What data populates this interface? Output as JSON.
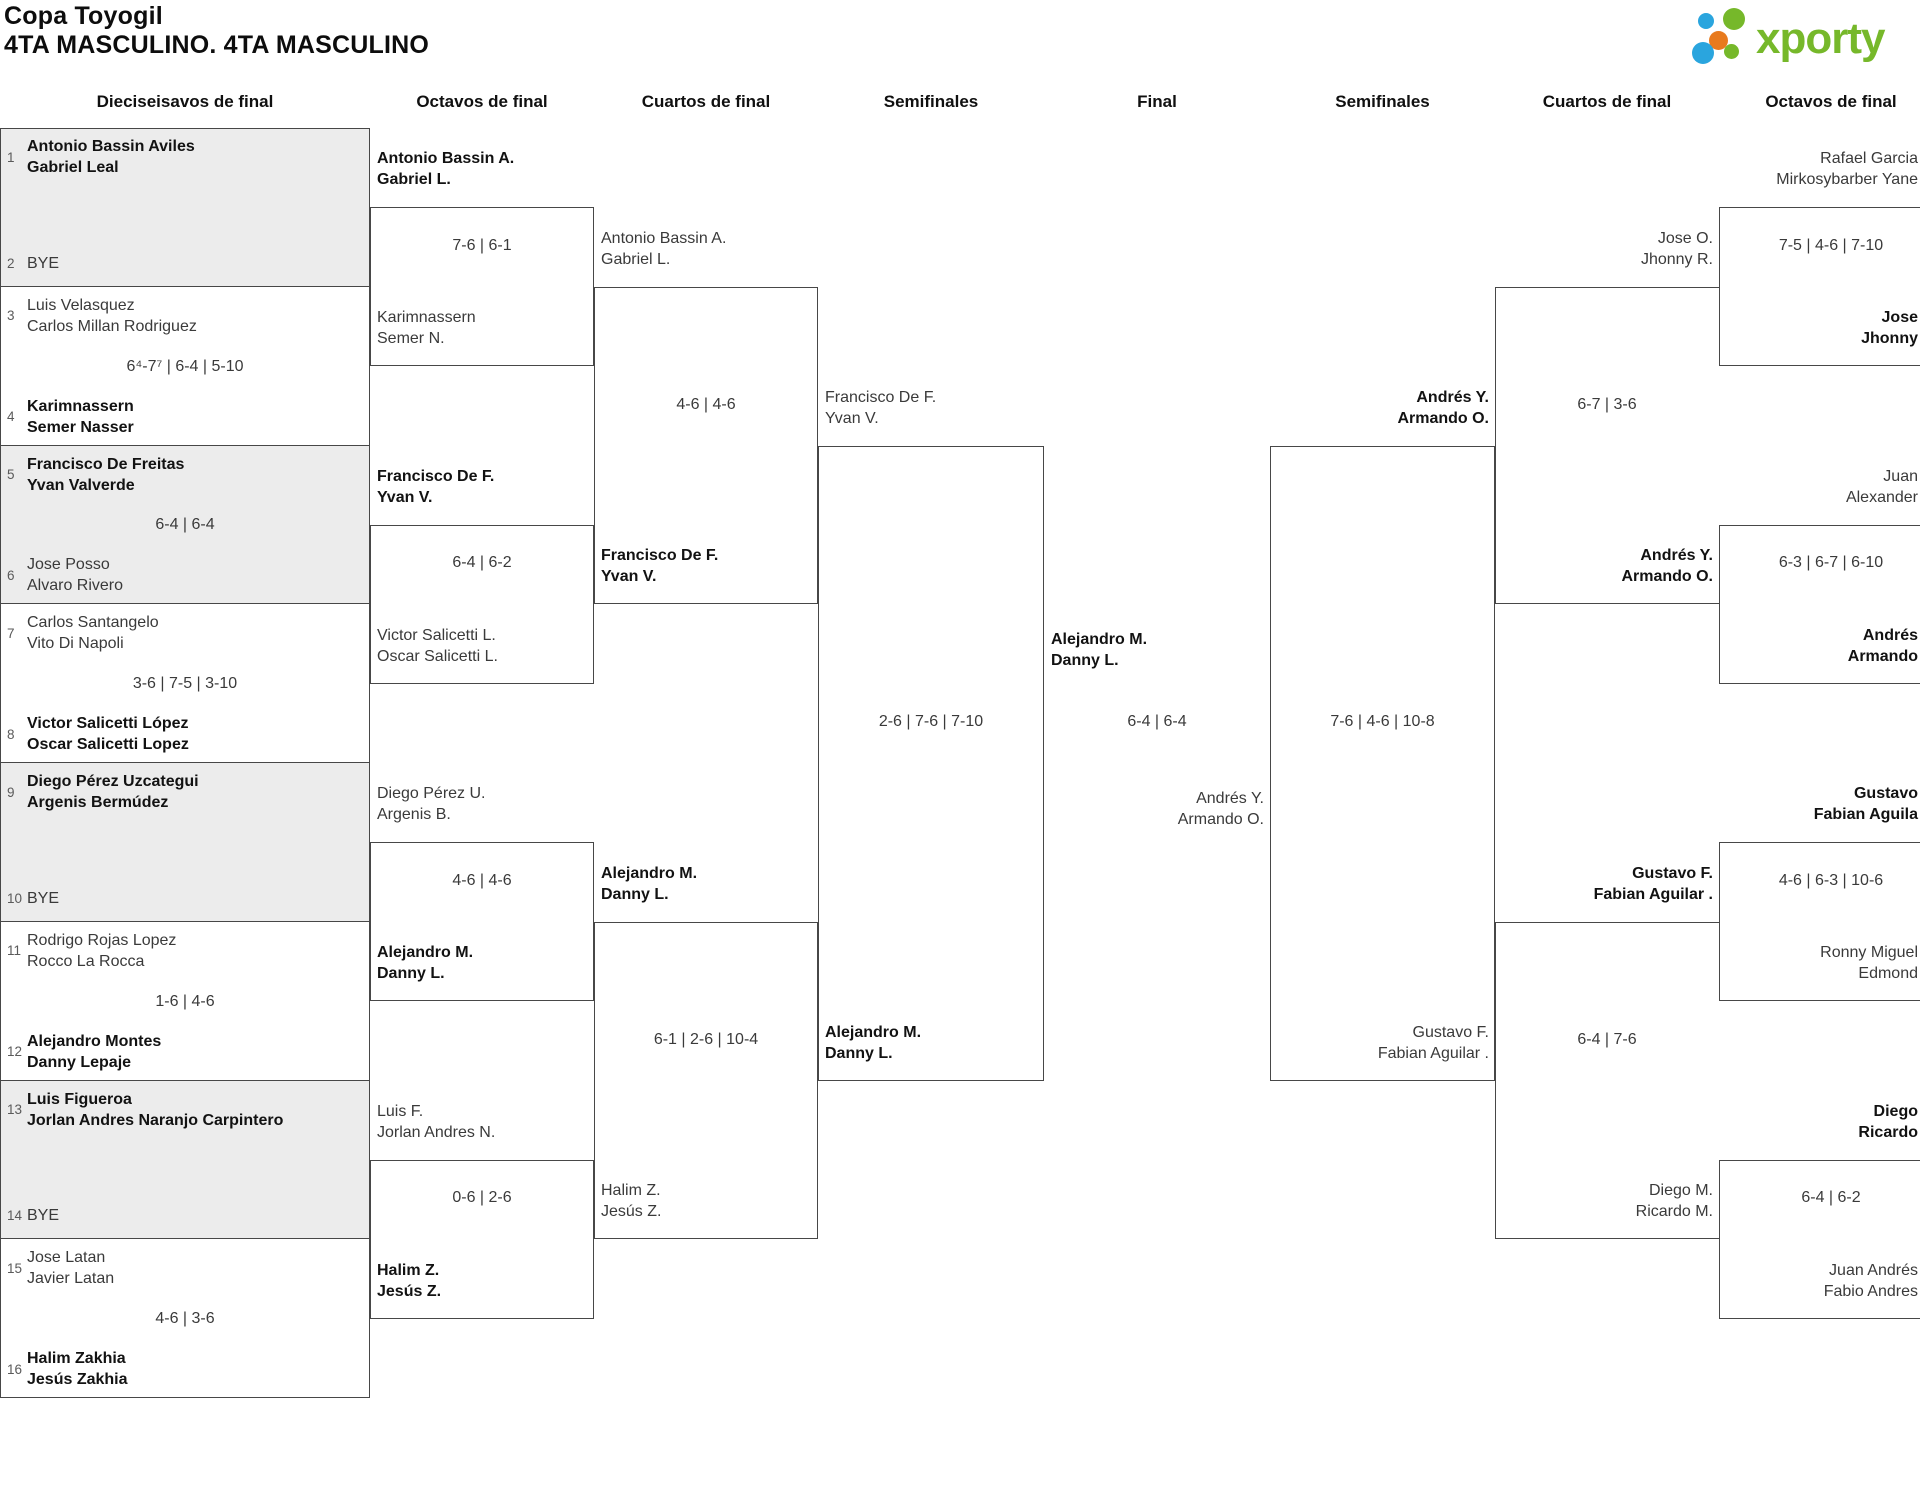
{
  "header": {
    "title": "Copa Toyogil",
    "subtitle": "4TA MASCULINO. 4TA MASCULINO"
  },
  "logo": {
    "text": "xporty",
    "colors": {
      "green": "#76b82a",
      "blue": "#2aa5de",
      "orange": "#e87a1d"
    }
  },
  "round_headers": [
    "Dieciseisavos de final",
    "Octavos de final",
    "Cuartos de final",
    "Semifinales",
    "Final",
    "Semifinales",
    "Cuartos de final",
    "Octavos de final"
  ],
  "bracket": {
    "round1": [
      {
        "seed1": "1",
        "team1": {
          "lines": [
            "Antonio Bassin Aviles",
            "Gabriel Leal"
          ],
          "winner": true
        },
        "seed2": "2",
        "team2": {
          "lines": [
            "BYE"
          ],
          "bye": true,
          "winner": false
        },
        "score": ""
      },
      {
        "seed1": "3",
        "team1": {
          "lines": [
            "Luis Velasquez",
            "Carlos Millan Rodriguez"
          ],
          "winner": false
        },
        "seed2": "4",
        "team2": {
          "lines": [
            "Karimnassern",
            "Semer Nasser"
          ],
          "winner": true
        },
        "score": "6⁴-7⁷ | 6-4 | 5-10"
      },
      {
        "seed1": "5",
        "team1": {
          "lines": [
            "Francisco De Freitas",
            "Yvan Valverde"
          ],
          "winner": true
        },
        "seed2": "6",
        "team2": {
          "lines": [
            "Jose Posso",
            "Alvaro Rivero"
          ],
          "winner": false
        },
        "score": "6-4 | 6-4"
      },
      {
        "seed1": "7",
        "team1": {
          "lines": [
            "Carlos Santangelo",
            "Vito Di Napoli"
          ],
          "winner": false
        },
        "seed2": "8",
        "team2": {
          "lines": [
            "Victor Salicetti López",
            "Oscar Salicetti Lopez"
          ],
          "winner": true
        },
        "score": "3-6 | 7-5 | 3-10"
      },
      {
        "seed1": "9",
        "team1": {
          "lines": [
            "Diego Pérez Uzcategui",
            "Argenis Bermúdez"
          ],
          "winner": true
        },
        "seed2": "10",
        "team2": {
          "lines": [
            "BYE"
          ],
          "bye": true,
          "winner": false
        },
        "score": ""
      },
      {
        "seed1": "11",
        "team1": {
          "lines": [
            "Rodrigo Rojas Lopez",
            "Rocco La Rocca"
          ],
          "winner": false
        },
        "seed2": "12",
        "team2": {
          "lines": [
            "Alejandro Montes",
            "Danny Lepaje"
          ],
          "winner": true
        },
        "score": "1-6 | 4-6"
      },
      {
        "seed1": "13",
        "team1": {
          "lines": [
            "Luis Figueroa",
            "Jorlan Andres Naranjo Carpintero"
          ],
          "winner": true
        },
        "seed2": "14",
        "team2": {
          "lines": [
            "BYE"
          ],
          "bye": true,
          "winner": false
        },
        "score": ""
      },
      {
        "seed1": "15",
        "team1": {
          "lines": [
            "Jose Latan",
            "Javier Latan"
          ],
          "winner": false
        },
        "seed2": "16",
        "team2": {
          "lines": [
            "Halim Zakhia",
            "Jesús Zakhia"
          ],
          "winner": true
        },
        "score": "4-6 | 3-6"
      }
    ],
    "octavos_left": [
      {
        "team1": {
          "lines": [
            "Antonio Bassin A.",
            "Gabriel L."
          ],
          "winner": true
        },
        "team2": {
          "lines": [
            "Karimnassern",
            "Semer N."
          ],
          "winner": false
        },
        "score": "7-6 | 6-1"
      },
      {
        "team1": {
          "lines": [
            "Francisco De F.",
            "Yvan V."
          ],
          "winner": true
        },
        "team2": {
          "lines": [
            "Victor Salicetti L.",
            "Oscar Salicetti L."
          ],
          "winner": false
        },
        "score": "6-4 | 6-2"
      },
      {
        "team1": {
          "lines": [
            "Diego Pérez U.",
            "Argenis B."
          ],
          "winner": false
        },
        "team2": {
          "lines": [
            "Alejandro M.",
            "Danny L."
          ],
          "winner": true
        },
        "score": "4-6 | 4-6"
      },
      {
        "team1": {
          "lines": [
            "Luis F.",
            "Jorlan Andres N."
          ],
          "winner": false
        },
        "team2": {
          "lines": [
            "Halim Z.",
            "Jesús Z."
          ],
          "winner": true
        },
        "score": "0-6 | 2-6"
      }
    ],
    "cuartos_left": [
      {
        "team1": {
          "lines": [
            "Antonio Bassin A.",
            "Gabriel L."
          ],
          "winner": false
        },
        "team2": {
          "lines": [
            "Francisco De F.",
            "Yvan V."
          ],
          "winner": true
        },
        "score": "4-6 | 4-6"
      },
      {
        "team1": {
          "lines": [
            "Alejandro M.",
            "Danny L."
          ],
          "winner": true
        },
        "team2": {
          "lines": [
            "Halim Z.",
            "Jesús Z."
          ],
          "winner": false
        },
        "score": "6-1 | 2-6 | 10-4"
      }
    ],
    "semifinales_left": [
      {
        "team1": {
          "lines": [
            "Francisco De F.",
            "Yvan V."
          ],
          "winner": false
        },
        "team2": {
          "lines": [
            "Alejandro M.",
            "Danny L."
          ],
          "winner": true
        },
        "score": "2-6 | 7-6 | 7-10"
      }
    ],
    "final": [
      {
        "team1": {
          "lines": [
            "Alejandro M.",
            "Danny L."
          ],
          "winner": true
        },
        "team2": {
          "lines": [
            "Andrés Y.",
            "Armando O."
          ],
          "winner": false
        },
        "score": "6-4 | 6-4"
      }
    ],
    "semifinales_right": [
      {
        "team1": {
          "lines": [
            "Andrés Y.",
            "Armando O."
          ],
          "winner": true
        },
        "team2": {
          "lines": [
            "Gustavo F.",
            "Fabian Aguilar ."
          ],
          "winner": false
        },
        "score": "7-6 | 4-6 | 10-8"
      }
    ],
    "cuartos_right": [
      {
        "team1": {
          "lines": [
            "Jose O.",
            "Jhonny R."
          ],
          "winner": false
        },
        "team2": {
          "lines": [
            "Andrés Y.",
            "Armando O."
          ],
          "winner": true
        },
        "score": "6-7 | 3-6"
      },
      {
        "team1": {
          "lines": [
            "Gustavo F.",
            "Fabian Aguilar ."
          ],
          "winner": true
        },
        "team2": {
          "lines": [
            "Diego M.",
            "Ricardo M."
          ],
          "winner": false
        },
        "score": "6-4 | 7-6"
      }
    ],
    "octavos_right": [
      {
        "team1": {
          "lines": [
            "Rafael Garcia",
            "Mirkosybarber Yane"
          ],
          "winner": false
        },
        "team2": {
          "lines": [
            "Jose",
            "Jhonny"
          ],
          "winner": true
        },
        "score": "7-5 | 4-6 | 7-10"
      },
      {
        "team1": {
          "lines": [
            "Juan",
            "Alexander"
          ],
          "winner": false
        },
        "team2": {
          "lines": [
            "Andrés",
            "Armando"
          ],
          "winner": true
        },
        "score": "6-3 | 6-7 | 6-10"
      },
      {
        "team1": {
          "lines": [
            "Gustavo",
            "Fabian Aguila"
          ],
          "winner": true
        },
        "team2": {
          "lines": [
            "Ronny Miguel",
            "Edmond"
          ],
          "winner": false
        },
        "score": "4-6 | 6-3 | 10-6"
      },
      {
        "team1": {
          "lines": [
            "Diego",
            "Ricardo"
          ],
          "winner": true
        },
        "team2": {
          "lines": [
            "Juan Andrés",
            "Fabio Andres"
          ],
          "winner": false
        },
        "score": "6-4 | 6-2"
      }
    ]
  }
}
